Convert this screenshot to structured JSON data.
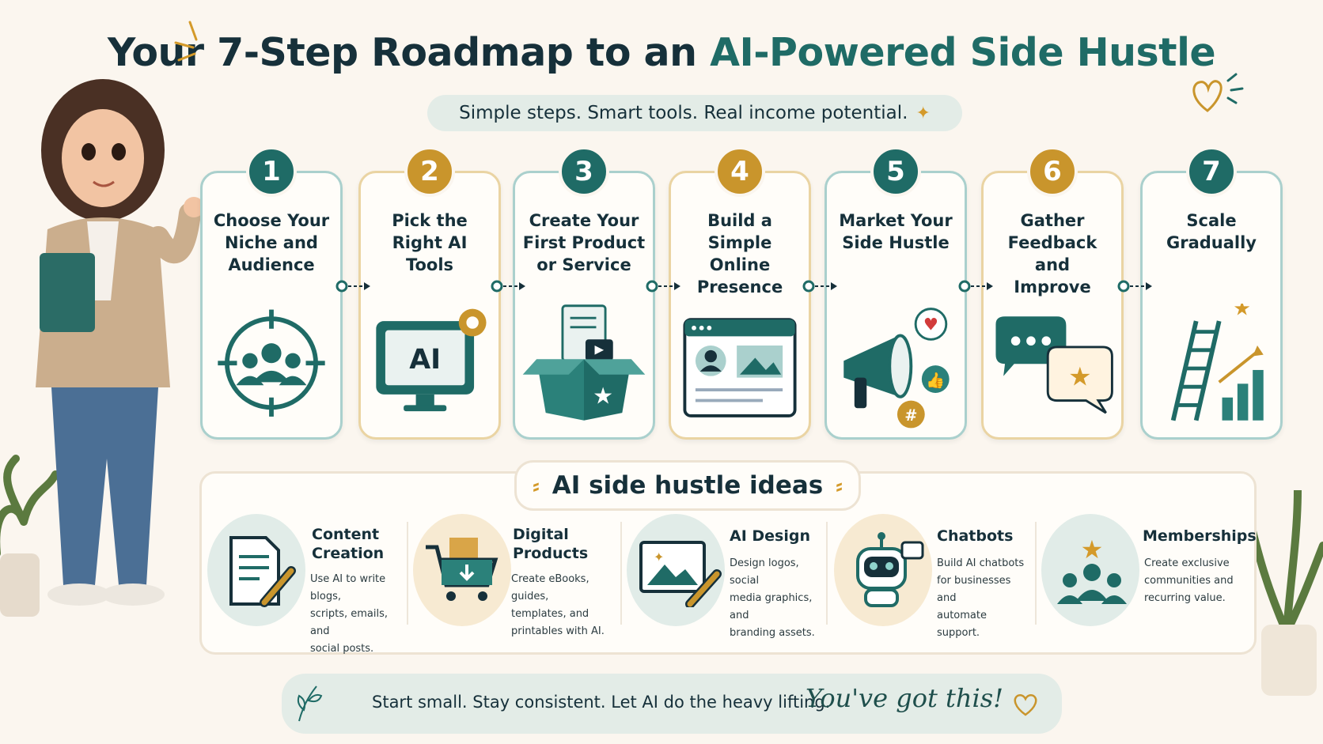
{
  "title": {
    "part1": "Your 7-Step Roadmap to an ",
    "part2": "AI-Powered Side Hustle"
  },
  "subtitle": "Simple steps. Smart tools. Real income potential.",
  "steps": [
    {
      "number": "1",
      "label": "Choose Your\nNiche and\nAudience",
      "icon": "target-audience-icon"
    },
    {
      "number": "2",
      "label": "Pick the\nRight AI\nTools",
      "icon": "ai-monitor-icon",
      "icon_text": "AI"
    },
    {
      "number": "3",
      "label": "Create Your\nFirst Product\nor Service",
      "icon": "product-box-icon"
    },
    {
      "number": "4",
      "label": "Build a Simple\nOnline\nPresence",
      "icon": "website-icon"
    },
    {
      "number": "5",
      "label": "Market Your\nSide Hustle",
      "icon": "megaphone-icon",
      "hashtag": "#"
    },
    {
      "number": "6",
      "label": "Gather\nFeedback and\nImprove",
      "icon": "feedback-chat-icon"
    },
    {
      "number": "7",
      "label": "Scale\nGradually",
      "icon": "ladder-growth-icon"
    }
  ],
  "ideas_title": "AI side hustle ideas",
  "ideas": [
    {
      "title": "Content\nCreation",
      "desc": "Use AI to write blogs,\nscripts, emails, and\nsocial posts.",
      "icon": "document-pencil-icon"
    },
    {
      "title": "Digital\nProducts",
      "desc": "Create eBooks, guides,\ntemplates, and\nprintables with AI.",
      "icon": "shopping-cart-icon"
    },
    {
      "title": "AI Design",
      "desc": "Design logos, social\nmedia graphics, and\nbranding assets.",
      "icon": "design-image-icon"
    },
    {
      "title": "Chatbots",
      "desc": "Build AI chatbots\nfor businesses and\nautomate support.",
      "icon": "robot-icon"
    },
    {
      "title": "Memberships",
      "desc": "Create exclusive\ncommunities and\nrecurring value.",
      "icon": "community-star-icon"
    }
  ],
  "footer": {
    "text": "Start small. Stay consistent. Let AI do the heavy lifting.",
    "script": "You've got this!"
  },
  "colors": {
    "teal": "#1f6b66",
    "gold": "#c9952c",
    "background": "#fbf6ef",
    "navy": "#16303a"
  }
}
